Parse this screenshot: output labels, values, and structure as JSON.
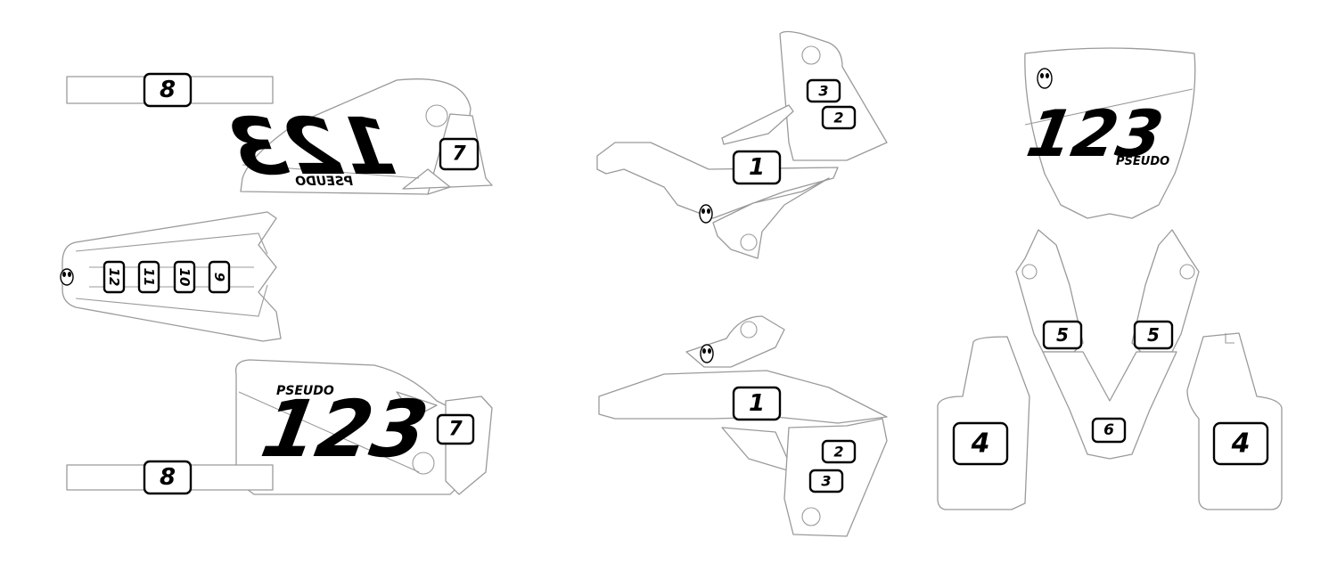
{
  "big_number": "123",
  "rider_name": "PSEUDO",
  "plates": {
    "front_fork": "1",
    "shroud_top_a": "3",
    "shroud_top_b": "2",
    "shroud_bottom_a": "2",
    "shroud_bottom_b": "3",
    "fork_guard": "4",
    "fork_upper": "5",
    "fork_lower": "6",
    "side_small": "7",
    "strip": "8",
    "seat_9": "9",
    "seat_10": "10",
    "seat_11": "11",
    "seat_12": "12"
  },
  "colors": {
    "outline": "#9a9a9a",
    "ink": "#000000",
    "background": "#ffffff"
  }
}
